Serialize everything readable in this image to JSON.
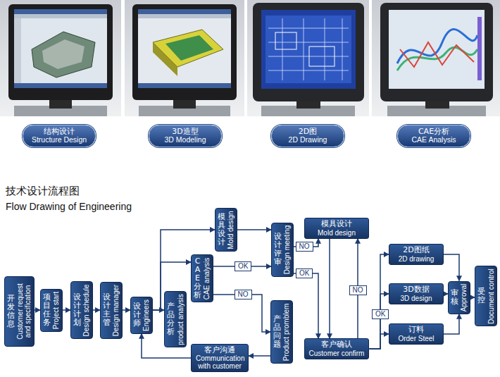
{
  "diagram": {
    "title": "技术设计流程图",
    "nodes": [
      {
        "text": [
          "结构设计",
          "Structure Design"
        ]
      },
      {
        "text": [
          "3D造型",
          "3D Modeling"
        ]
      },
      {
        "text": [
          "2D图",
          "2D Drawing"
        ]
      },
      {
        "text": [
          "CAE分析",
          "CAE Analysis"
        ]
      },
      {
        "text": [
          "开发信息",
          "Customer request and specification"
        ]
      },
      {
        "text": [
          "项目任务",
          "Project start"
        ]
      },
      {
        "text": [
          "设计计划",
          "Design schedule"
        ]
      },
      {
        "text": [
          "设计主管",
          "Design manager"
        ]
      },
      {
        "text": [
          "设计师",
          "Engineers"
        ]
      },
      {
        "text": [
          "产品分析",
          "product analysis"
        ]
      },
      {
        "text": [
          "CAE分析",
          "CAE analysis"
        ]
      },
      {
        "text": [
          "模具设计",
          "Mold design"
        ]
      },
      {
        "text": [
          "设计评审",
          "Design meeting"
        ]
      },
      {
        "text": [
          "产品问题",
          "Product promblem"
        ]
      },
      {
        "text": [
          "模具设计",
          "Mold design"
        ]
      },
      {
        "text": [
          "客户确认",
          "Customer confirm"
        ]
      },
      {
        "text": [
          "客户沟通",
          "Communication with customer"
        ]
      },
      {
        "text": [
          "2D图纸",
          "2D drawing"
        ]
      },
      {
        "text": [
          "3D数据",
          "3D design"
        ]
      },
      {
        "text": [
          "订料",
          "Order Steel"
        ]
      },
      {
        "text": [
          "审核",
          "Approval"
        ]
      },
      {
        "text": [
          "受控",
          "Document control"
        ]
      }
    ],
    "edges": [
      {
        "from": 4,
        "to": 5,
        "arrow": "to"
      },
      {
        "from": 5,
        "to": 6,
        "arrow": "to"
      },
      {
        "from": 6,
        "to": 7,
        "arrow": "to"
      },
      {
        "from": 7,
        "to": 8,
        "arrow": "to"
      },
      {
        "from": 8,
        "to": 11,
        "arrow": "to"
      },
      {
        "from": 8,
        "to": 10,
        "arrow": "to"
      },
      {
        "from": 8,
        "to": 9,
        "arrow": "to"
      },
      {
        "from": 11,
        "to": 12,
        "arrow": "to"
      },
      {
        "from": 10,
        "to": 12,
        "label": "OK",
        "arrow": "to"
      },
      {
        "from": 10,
        "to": 13,
        "label": "NO",
        "arrow": "to"
      },
      {
        "from": 12,
        "to": 14,
        "label": "NO",
        "arrow": "to"
      },
      {
        "from": 12,
        "to": 15,
        "label": "OK",
        "arrow": "to"
      },
      {
        "from": 14,
        "to": 15,
        "arrow": "to"
      },
      {
        "from": 15,
        "to": 14,
        "label": "NO",
        "arrow": "to"
      },
      {
        "from": 13,
        "to": 16,
        "arrow": "to"
      },
      {
        "from": 16,
        "to": 8,
        "arrow": "to"
      },
      {
        "from": 15,
        "to": 17,
        "arrow": "to"
      },
      {
        "from": 15,
        "to": 18,
        "label": "OK",
        "arrow": "to"
      },
      {
        "from": 15,
        "to": 19,
        "arrow": "to"
      },
      {
        "from": 17,
        "to": 20,
        "arrow": "to"
      },
      {
        "from": 18,
        "to": 20,
        "arrow": "to"
      },
      {
        "from": 19,
        "to": 20,
        "arrow": "to"
      },
      {
        "from": 20,
        "to": 21,
        "arrow": "to"
      }
    ],
    "labels": [
      "Flow Drawing of Engineering"
    ]
  }
}
